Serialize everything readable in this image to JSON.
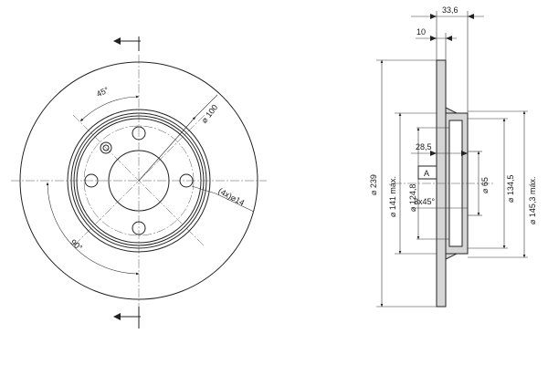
{
  "colors": {
    "line": "#222222",
    "hatch": "#d6d6d6",
    "background": "#ffffff"
  },
  "front_view": {
    "angle_top": "45°",
    "angle_bottom": "90°",
    "bolt_circle": "⌀ 100",
    "holes": "(4x)⌀14"
  },
  "side_view": {
    "overall_thickness": "33,6",
    "disc_thickness": "10",
    "hat_depth": "28,5",
    "outer_diameter": "⌀ 239",
    "friction_inner_max": "⌀ 141 máx.",
    "centering_bore": "⌀ 124,8",
    "bore_diameter": "⌀ 65",
    "hub_diameter": "⌀ 134,5",
    "hub_max": "⌀ 145,3 máx.",
    "chamfer": "3x45°",
    "datum": "A"
  }
}
